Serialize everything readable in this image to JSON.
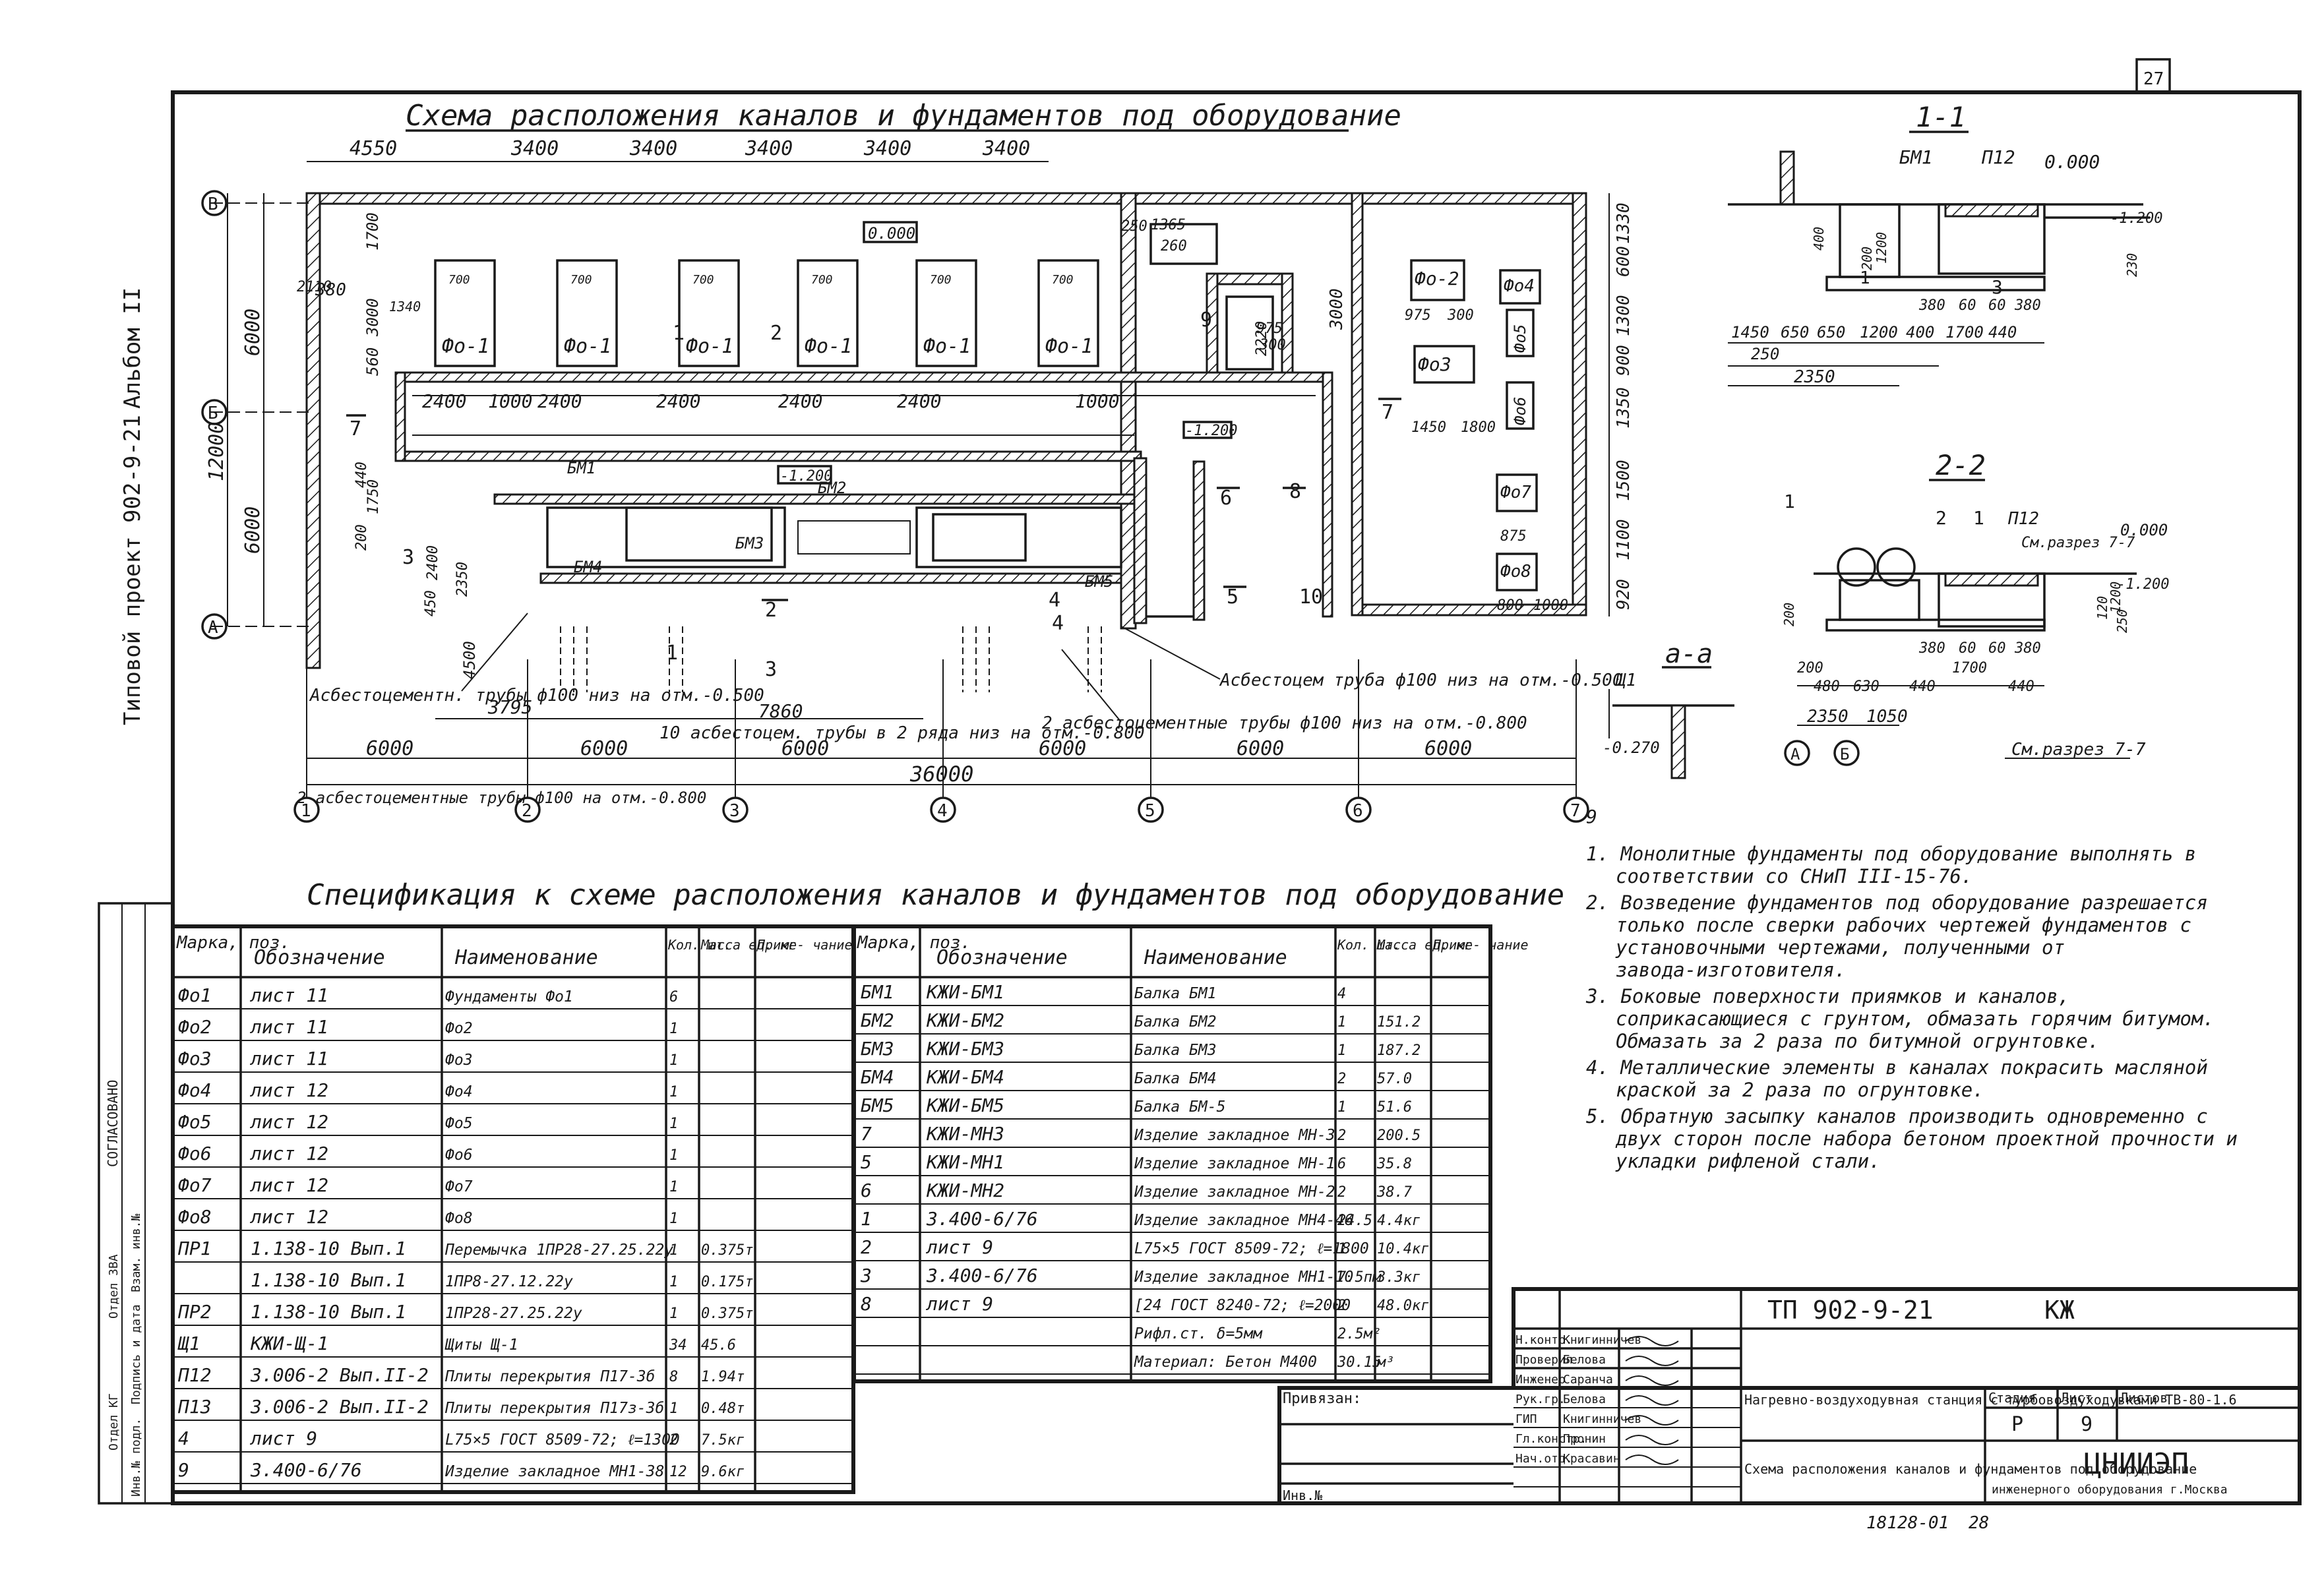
{
  "sheet_number": "27",
  "side_vertical": {
    "project": "Типовой проект 902-9-21",
    "album": "Альбом II",
    "approval": "СОГЛАСОВАНО",
    "dept_rows": [
      "Отдел ЗВА",
      "Отдел КГ",
      "Инв.№ подл.",
      "Подпись и дата",
      "Взам. инв.№"
    ]
  },
  "plan": {
    "title": "Схема расположения каналов и фундаментов под оборудование",
    "top_dims": [
      "4550",
      "3400",
      "3400",
      "3400",
      "3400",
      "3400"
    ],
    "mid_dims": [
      "2400",
      "1000",
      "2400",
      "2400",
      "2400",
      "2400",
      "1000"
    ],
    "left_dims": [
      "6000",
      "12000",
      "6000",
      "1700",
      "3000",
      "560",
      "1750",
      "2400",
      "2350",
      "450",
      "4500",
      "200",
      "440"
    ],
    "right_dims": [
      "1330",
      "600",
      "1300",
      "900",
      "1350",
      "1500",
      "1100",
      "920"
    ],
    "bottom_dims": [
      "6000",
      "6000",
      "6000",
      "6000",
      "6000",
      "6000"
    ],
    "total_dim": "36000",
    "axis_rows": [
      "В",
      "Б",
      "А"
    ],
    "axis_cols": [
      "1",
      "2",
      "3",
      "4",
      "5",
      "6",
      "7"
    ],
    "foundations_top": [
      "Фо-1",
      "Фо-1",
      "Фо-1",
      "Фо-1",
      "Фо-1",
      "Фо-1"
    ],
    "foundations_right": [
      "Фо-2",
      "Фо4",
      "Фо5",
      "Фо3",
      "Фо6",
      "Фо7",
      "Фо8"
    ],
    "elevation_top": "0.000",
    "elevation_channel": "-1.200",
    "beams": [
      "БМ1",
      "БМ2",
      "БМ3",
      "БМ4",
      "БМ5"
    ],
    "cut_marks": [
      "1",
      "2",
      "3",
      "4",
      "5",
      "6",
      "7",
      "8",
      "9",
      "10"
    ],
    "callouts": [
      "Асбестоцементн. трубы ф100 низ на отм.-0.500",
      "2 асбестоцементные трубы ф100 на отм.-0.800",
      "10 асбестоцем. трубы в 2 ряда низ на отм.-0.800",
      "2 асбестоцементные трубы ф100 низ на отм.-0.800",
      "Асбестоцем труба ф100 низ на отм.-0.500"
    ],
    "dims_misc": [
      "3795",
      "7860",
      "6000",
      "2110",
      "380",
      "1340",
      "700",
      "975",
      "300",
      "1500",
      "1450",
      "1800",
      "875",
      "1000",
      "800",
      "1365",
      "260",
      "250",
      "2220",
      "3000"
    ]
  },
  "section_1_1": {
    "title": "1-1",
    "labels": [
      "БМ1",
      "П12",
      "0.000",
      "-1.200",
      "1",
      "3"
    ],
    "dims": [
      "1450",
      "650",
      "650",
      "1200",
      "400",
      "1700",
      "440",
      "250",
      "2350",
      "380",
      "60",
      "60",
      "380",
      "200",
      "1200",
      "230",
      "400"
    ]
  },
  "section_2_2": {
    "title": "2-2",
    "labels": [
      "1",
      "2",
      "1",
      "П12",
      "0.000",
      "-1.200",
      "См.разрез 7-7",
      "А",
      "Б"
    ],
    "dims": [
      "200",
      "480",
      "630",
      "440",
      "1700",
      "440",
      "380",
      "60",
      "60",
      "380",
      "2350",
      "1050",
      "250",
      "120",
      "200",
      "1200"
    ]
  },
  "section_a_a": {
    "title": "а-а",
    "labels": [
      "Щ1",
      "-0.270",
      "9"
    ]
  },
  "spec": {
    "title": "Спецификация к схеме расположения каналов и фундаментов под оборудование",
    "headers": [
      "Марка, поз.",
      "Обозначение",
      "Наименование",
      "Кол. шт.",
      "Масса ед. кг",
      "Приме- чание"
    ],
    "left_rows": [
      [
        "Фо1",
        "лист 11",
        "Фундаменты Фо1",
        "6",
        "",
        ""
      ],
      [
        "Фо2",
        "лист 11",
        "Фо2",
        "1",
        "",
        ""
      ],
      [
        "Фо3",
        "лист 11",
        "Фо3",
        "1",
        "",
        ""
      ],
      [
        "Фо4",
        "лист 12",
        "Фо4",
        "1",
        "",
        ""
      ],
      [
        "Фо5",
        "лист 12",
        "Фо5",
        "1",
        "",
        ""
      ],
      [
        "Фо6",
        "лист 12",
        "Фо6",
        "1",
        "",
        ""
      ],
      [
        "Фо7",
        "лист 12",
        "Фо7",
        "1",
        "",
        ""
      ],
      [
        "Фо8",
        "лист 12",
        "Фо8",
        "1",
        "",
        ""
      ],
      [
        "ПР1",
        "1.138-10 Вып.1",
        "Перемычка 1ПР28-27.25.22у",
        "1",
        "0.375т",
        ""
      ],
      [
        "",
        "1.138-10 Вып.1",
        "1ПР8-27.12.22у",
        "1",
        "0.175т",
        ""
      ],
      [
        "ПР2",
        "1.138-10 Вып.1",
        "1ПР28-27.25.22у",
        "1",
        "0.375т",
        ""
      ],
      [
        "Щ1",
        "КЖИ-Щ-1",
        "Щиты Щ-1",
        "34",
        "45.6",
        ""
      ],
      [
        "П12",
        "3.006-2 Вып.II-2",
        "Плиты перекрытия П17-3б",
        "8",
        "1.94т",
        ""
      ],
      [
        "П13",
        "3.006-2 Вып.II-2",
        "Плиты перекрытия П17з-3б",
        "1",
        "0.48т",
        ""
      ],
      [
        "4",
        "лист 9",
        "L75×5 ГОСТ 8509-72; ℓ=1300",
        "2",
        "7.5кг",
        ""
      ],
      [
        "9",
        "3.400-6/76",
        "Изделие закладное МН1-38",
        "12",
        "9.6кг",
        ""
      ]
    ],
    "right_rows": [
      [
        "БМ1",
        "КЖИ-БМ1",
        "Балка БМ1",
        "4",
        "",
        ""
      ],
      [
        "БМ2",
        "КЖИ-БМ2",
        "Балка БМ2",
        "1",
        "151.2",
        ""
      ],
      [
        "БМ3",
        "КЖИ-БМ3",
        "Балка БМ3",
        "1",
        "187.2",
        ""
      ],
      [
        "БМ4",
        "КЖИ-БМ4",
        "Балка БМ4",
        "2",
        "57.0",
        ""
      ],
      [
        "БМ5",
        "КЖИ-БМ5",
        "Балка БМ-5",
        "1",
        "51.6",
        ""
      ],
      [
        "7",
        "КЖИ-МН3",
        "Изделие закладное МН-3",
        "2",
        "200.5",
        ""
      ],
      [
        "5",
        "КЖИ-МН1",
        "Изделие закладное МН-1",
        "6",
        "35.8",
        ""
      ],
      [
        "6",
        "КЖИ-МН2",
        "Изделие закладное МН-2",
        "2",
        "38.7",
        ""
      ],
      [
        "1",
        "3.400-6/76",
        "Изделие закладное МН4-46",
        "24.5",
        "4.4кг",
        ""
      ],
      [
        "2",
        "лист 9",
        "L75×5 ГОСТ 8509-72; ℓ=1800",
        "1",
        "10.4кг",
        ""
      ],
      [
        "3",
        "3.400-6/76",
        "Изделие закладное МН1-10",
        "7.5пм",
        "3.3кг",
        ""
      ],
      [
        "8",
        "лист 9",
        "[24 ГОСТ 8240-72; ℓ=2000",
        "2",
        "48.0кг",
        ""
      ],
      [
        "",
        "",
        "Рифл.ст. δ=5мм",
        "2.5м²",
        "",
        ""
      ],
      [
        "",
        "",
        "Материал: Бетон М400",
        "30.15",
        "м³",
        ""
      ]
    ]
  },
  "notes": [
    "1. Монолитные фундаменты под оборудование выполнять в соответствии со СНиП III-15-76.",
    "2. Возведение фундаментов под оборудование разрешается только после сверки рабочих чертежей фундаментов с установочными чертежами, полученными от завода-изготовителя.",
    "3. Боковые поверхности приямков и каналов, соприкасающиеся с грунтом, обмазать горячим битумом. Обмазать за 2 раза по битумной огрунтовке.",
    "4. Металлические элементы в каналах покрасить масляной краской за 2 раза по огрунтовке.",
    "5. Обратную засыпку каналов производить одновременно с двух сторон после набора бетоном проектной прочности и укладки рифленой стали."
  ],
  "title_block": {
    "code": "ТП 902-9-21",
    "mark": "КЖ",
    "object": "Нагревно-воздуходувная станция с турбовоздуходувками ТВ-80-1.6",
    "sheet_title": "Схема расположения каналов и фундаментов под оборудование",
    "stage_headers": [
      "Стадия",
      "Лист",
      "Листов"
    ],
    "stage_values": [
      "Р",
      "9",
      ""
    ],
    "org": "ЦНИИЭП",
    "org_sub": "инженерного оборудования г.Москва",
    "roles": [
      "Н.контр.",
      "Проверил",
      "Инженер",
      "Рук.гр.",
      "ГИП",
      "Гл.констр.",
      "Нач.отд."
    ],
    "names": [
      "Книгинничев",
      "Белова",
      "Саранча",
      "Белова",
      "Книгинничев",
      "Пронин",
      "Красавин"
    ],
    "linked": "Привязан:",
    "inv": "Инв.№",
    "order": "18128-01",
    "page": "28"
  }
}
